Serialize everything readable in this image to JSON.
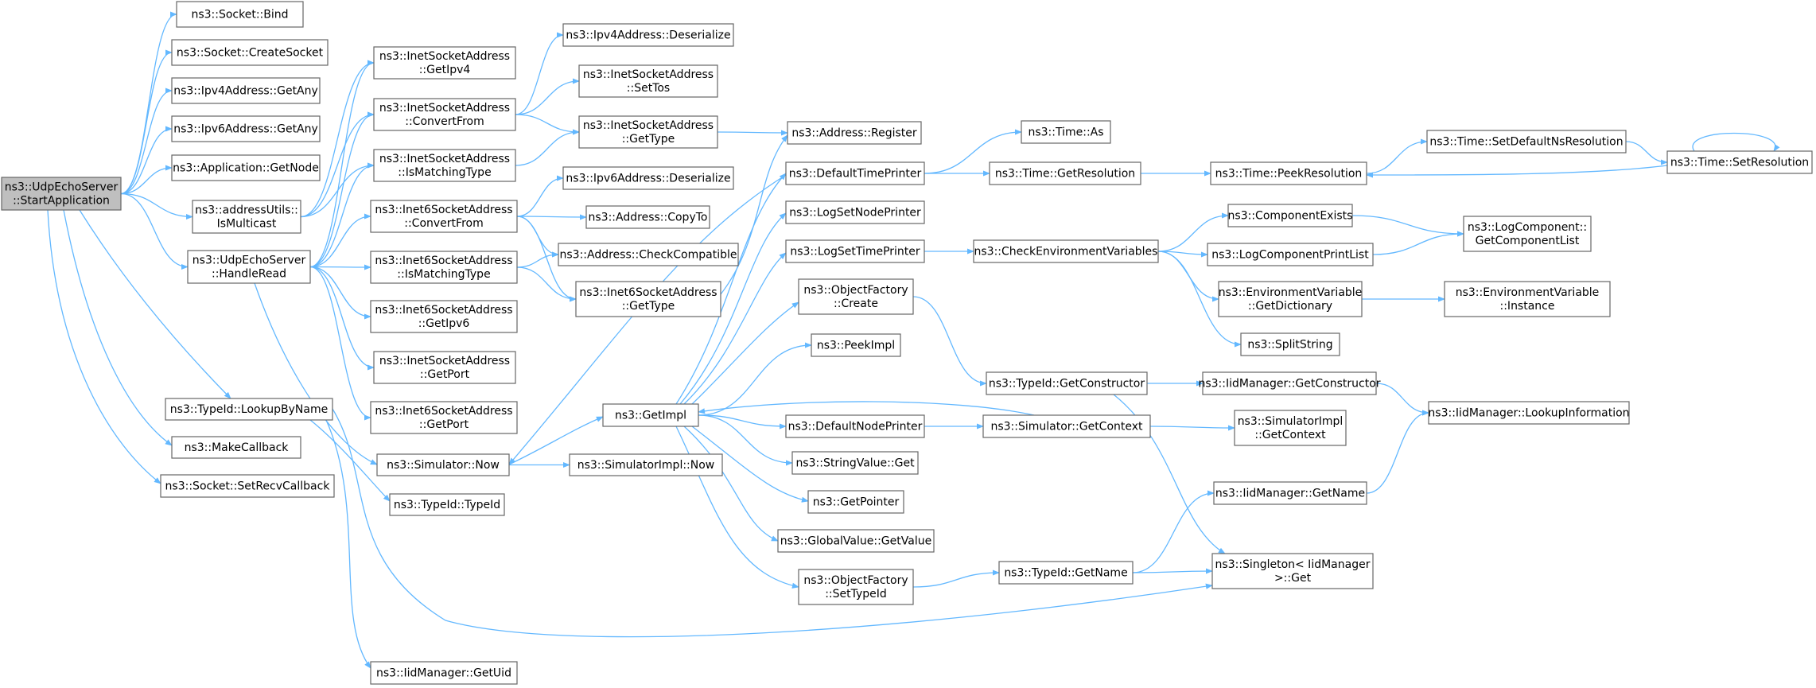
{
  "colors": {
    "edge": "#63b8ff",
    "node_border": "#666666",
    "node_fill": "#ffffff",
    "root_fill": "#bfbfbf",
    "text": "#000000"
  },
  "nodes": [
    {
      "id": "root",
      "lines": [
        "ns3::UdpEchoServer",
        "::StartApplication"
      ],
      "root": true
    },
    {
      "id": "bind",
      "lines": [
        "ns3::Socket::Bind"
      ]
    },
    {
      "id": "createsocket",
      "lines": [
        "ns3::Socket::CreateSocket"
      ]
    },
    {
      "id": "ipv4any",
      "lines": [
        "ns3::Ipv4Address::GetAny"
      ]
    },
    {
      "id": "ipv6any",
      "lines": [
        "ns3::Ipv6Address::GetAny"
      ]
    },
    {
      "id": "getnode",
      "lines": [
        "ns3::Application::GetNode"
      ]
    },
    {
      "id": "ismulticast",
      "lines": [
        "ns3::addressUtils::",
        "IsMulticast"
      ]
    },
    {
      "id": "handleread",
      "lines": [
        "ns3::UdpEchoServer",
        "::HandleRead"
      ]
    },
    {
      "id": "lookupbyname",
      "lines": [
        "ns3::TypeId::LookupByName"
      ]
    },
    {
      "id": "makecallback",
      "lines": [
        "ns3::MakeCallback"
      ]
    },
    {
      "id": "setrecvcallback",
      "lines": [
        "ns3::Socket::SetRecvCallback"
      ]
    },
    {
      "id": "inet_getipv4",
      "lines": [
        "ns3::InetSocketAddress",
        "::GetIpv4"
      ]
    },
    {
      "id": "inet_convert",
      "lines": [
        "ns3::InetSocketAddress",
        "::ConvertFrom"
      ]
    },
    {
      "id": "inet_ismatch",
      "lines": [
        "ns3::InetSocketAddress",
        "::IsMatchingType"
      ]
    },
    {
      "id": "inet6_convert",
      "lines": [
        "ns3::Inet6SocketAddress",
        "::ConvertFrom"
      ]
    },
    {
      "id": "inet6_ismatch",
      "lines": [
        "ns3::Inet6SocketAddress",
        "::IsMatchingType"
      ]
    },
    {
      "id": "inet6_getipv6",
      "lines": [
        "ns3::Inet6SocketAddress",
        "::GetIpv6"
      ]
    },
    {
      "id": "inet_getport",
      "lines": [
        "ns3::InetSocketAddress",
        "::GetPort"
      ]
    },
    {
      "id": "inet6_getport",
      "lines": [
        "ns3::Inet6SocketAddress",
        "::GetPort"
      ]
    },
    {
      "id": "sim_now",
      "lines": [
        "ns3::Simulator::Now"
      ]
    },
    {
      "id": "typeid_typeid",
      "lines": [
        "ns3::TypeId::TypeId"
      ]
    },
    {
      "id": "iid_getuid",
      "lines": [
        "ns3::IidManager::GetUid"
      ]
    },
    {
      "id": "ipv4_deser",
      "lines": [
        "ns3::Ipv4Address::Deserialize"
      ]
    },
    {
      "id": "inet_settos",
      "lines": [
        "ns3::InetSocketAddress",
        "::SetTos"
      ]
    },
    {
      "id": "inet_gettype",
      "lines": [
        "ns3::InetSocketAddress",
        "::GetType"
      ]
    },
    {
      "id": "ipv6_deser",
      "lines": [
        "ns3::Ipv6Address::Deserialize"
      ]
    },
    {
      "id": "addr_copyto",
      "lines": [
        "ns3::Address::CopyTo"
      ]
    },
    {
      "id": "addr_checkcompat",
      "lines": [
        "ns3::Address::CheckCompatible"
      ]
    },
    {
      "id": "inet6_gettype",
      "lines": [
        "ns3::Inet6SocketAddress",
        "::GetType"
      ]
    },
    {
      "id": "getimpl",
      "lines": [
        "ns3::GetImpl"
      ]
    },
    {
      "id": "simimpl_now",
      "lines": [
        "ns3::SimulatorImpl::Now"
      ]
    },
    {
      "id": "addr_register",
      "lines": [
        "ns3::Address::Register"
      ]
    },
    {
      "id": "defaulttimeprinter",
      "lines": [
        "ns3::DefaultTimePrinter"
      ]
    },
    {
      "id": "logsetnodeprinter",
      "lines": [
        "ns3::LogSetNodePrinter"
      ]
    },
    {
      "id": "logsettimeprinter",
      "lines": [
        "ns3::LogSetTimePrinter"
      ]
    },
    {
      "id": "objfactory_create",
      "lines": [
        "ns3::ObjectFactory",
        "::Create"
      ]
    },
    {
      "id": "peekimpl",
      "lines": [
        "ns3::PeekImpl"
      ]
    },
    {
      "id": "defaultnodeprinter",
      "lines": [
        "ns3::DefaultNodePrinter"
      ]
    },
    {
      "id": "stringvalue_get",
      "lines": [
        "ns3::StringValue::Get"
      ]
    },
    {
      "id": "getpointer",
      "lines": [
        "ns3::GetPointer"
      ]
    },
    {
      "id": "globalvalue_getvalue",
      "lines": [
        "ns3::GlobalValue::GetValue"
      ]
    },
    {
      "id": "objfactory_settypeid",
      "lines": [
        "ns3::ObjectFactory",
        "::SetTypeId"
      ]
    },
    {
      "id": "time_as",
      "lines": [
        "ns3::Time::As"
      ]
    },
    {
      "id": "time_getresolution",
      "lines": [
        "ns3::Time::GetResolution"
      ]
    },
    {
      "id": "checkenvvars",
      "lines": [
        "ns3::CheckEnvironmentVariables"
      ]
    },
    {
      "id": "typeid_getconstructor",
      "lines": [
        "ns3::TypeId::GetConstructor"
      ]
    },
    {
      "id": "sim_getcontext",
      "lines": [
        "ns3::Simulator::GetContext"
      ]
    },
    {
      "id": "typeid_getname",
      "lines": [
        "ns3::TypeId::GetName"
      ]
    },
    {
      "id": "time_peekresolution",
      "lines": [
        "ns3::Time::PeekResolution"
      ]
    },
    {
      "id": "componentexists",
      "lines": [
        "ns3::ComponentExists"
      ]
    },
    {
      "id": "logcomponentprintlist",
      "lines": [
        "ns3::LogComponentPrintList"
      ]
    },
    {
      "id": "envvar_getdict",
      "lines": [
        "ns3::EnvironmentVariable",
        "::GetDictionary"
      ]
    },
    {
      "id": "splitstring",
      "lines": [
        "ns3::SplitString"
      ]
    },
    {
      "id": "iid_getconstructor",
      "lines": [
        "ns3::IidManager::GetConstructor"
      ]
    },
    {
      "id": "simimpl_getcontext",
      "lines": [
        "ns3::SimulatorImpl",
        "::GetContext"
      ]
    },
    {
      "id": "iid_getname",
      "lines": [
        "ns3::IidManager::GetName"
      ]
    },
    {
      "id": "singleton_get",
      "lines": [
        "ns3::Singleton< IidManager",
        ">::Get"
      ]
    },
    {
      "id": "time_setdefaultns",
      "lines": [
        "ns3::Time::SetDefaultNsResolution"
      ]
    },
    {
      "id": "time_setresolution",
      "lines": [
        "ns3::Time::SetResolution"
      ]
    },
    {
      "id": "logcomp_getlist",
      "lines": [
        "ns3::LogComponent::",
        "GetComponentList"
      ]
    },
    {
      "id": "envvar_instance",
      "lines": [
        "ns3::EnvironmentVariable",
        "::Instance"
      ]
    },
    {
      "id": "iid_lookupinfo",
      "lines": [
        "ns3::IidManager::LookupInformation"
      ]
    }
  ],
  "edges": [
    [
      "root",
      "bind"
    ],
    [
      "root",
      "createsocket"
    ],
    [
      "root",
      "ipv4any"
    ],
    [
      "root",
      "ipv6any"
    ],
    [
      "root",
      "getnode"
    ],
    [
      "root",
      "ismulticast"
    ],
    [
      "root",
      "handleread"
    ],
    [
      "root",
      "lookupbyname"
    ],
    [
      "root",
      "makecallback"
    ],
    [
      "root",
      "setrecvcallback"
    ],
    [
      "ismulticast",
      "inet_getipv4"
    ],
    [
      "ismulticast",
      "inet_convert"
    ],
    [
      "ismulticast",
      "inet_ismatch"
    ],
    [
      "handleread",
      "inet_getipv4"
    ],
    [
      "handleread",
      "inet_convert"
    ],
    [
      "handleread",
      "inet_ismatch"
    ],
    [
      "handleread",
      "inet6_convert"
    ],
    [
      "handleread",
      "inet6_ismatch"
    ],
    [
      "handleread",
      "inet6_getipv6"
    ],
    [
      "handleread",
      "inet_getport"
    ],
    [
      "handleread",
      "inet6_getport"
    ],
    [
      "handleread",
      "sim_now"
    ],
    [
      "inet_convert",
      "ipv4_deser"
    ],
    [
      "inet_convert",
      "inet_settos"
    ],
    [
      "inet_convert",
      "inet_gettype"
    ],
    [
      "inet_ismatch",
      "inet_gettype"
    ],
    [
      "inet6_convert",
      "ipv6_deser"
    ],
    [
      "inet6_convert",
      "addr_copyto"
    ],
    [
      "inet6_convert",
      "addr_checkcompat"
    ],
    [
      "inet6_convert",
      "inet6_gettype"
    ],
    [
      "inet6_ismatch",
      "addr_checkcompat"
    ],
    [
      "inet6_ismatch",
      "inet6_gettype"
    ],
    [
      "inet_gettype",
      "addr_register"
    ],
    [
      "inet6_gettype",
      "addr_register"
    ],
    [
      "lookupbyname",
      "typeid_typeid"
    ],
    [
      "lookupbyname",
      "iid_getuid"
    ],
    [
      "lookupbyname",
      "singleton_get"
    ],
    [
      "sim_now",
      "getimpl"
    ],
    [
      "sim_now",
      "simimpl_now"
    ],
    [
      "getimpl",
      "defaulttimeprinter"
    ],
    [
      "getimpl",
      "logsetnodeprinter"
    ],
    [
      "getimpl",
      "logsettimeprinter"
    ],
    [
      "getimpl",
      "objfactory_create"
    ],
    [
      "getimpl",
      "peekimpl"
    ],
    [
      "getimpl",
      "defaultnodeprinter"
    ],
    [
      "getimpl",
      "stringvalue_get"
    ],
    [
      "getimpl",
      "getpointer"
    ],
    [
      "getimpl",
      "globalvalue_getvalue"
    ],
    [
      "getimpl",
      "objfactory_settypeid"
    ],
    [
      "defaulttimeprinter",
      "sim_now"
    ],
    [
      "defaulttimeprinter",
      "time_as"
    ],
    [
      "defaulttimeprinter",
      "time_getresolution"
    ],
    [
      "time_getresolution",
      "time_peekresolution"
    ],
    [
      "time_peekresolution",
      "time_setdefaultns"
    ],
    [
      "time_setdefaultns",
      "time_setresolution"
    ],
    [
      "time_setresolution",
      "time_peekresolution"
    ],
    [
      "time_setresolution",
      "time_setresolution"
    ],
    [
      "logsettimeprinter",
      "checkenvvars"
    ],
    [
      "checkenvvars",
      "componentexists"
    ],
    [
      "checkenvvars",
      "logcomponentprintlist"
    ],
    [
      "checkenvvars",
      "envvar_getdict"
    ],
    [
      "checkenvvars",
      "splitstring"
    ],
    [
      "componentexists",
      "logcomp_getlist"
    ],
    [
      "logcomponentprintlist",
      "logcomp_getlist"
    ],
    [
      "envvar_getdict",
      "envvar_instance"
    ],
    [
      "objfactory_create",
      "typeid_getconstructor"
    ],
    [
      "typeid_getconstructor",
      "iid_getconstructor"
    ],
    [
      "typeid_getconstructor",
      "singleton_get"
    ],
    [
      "iid_getconstructor",
      "iid_lookupinfo"
    ],
    [
      "defaultnodeprinter",
      "sim_getcontext"
    ],
    [
      "sim_getcontext",
      "getimpl"
    ],
    [
      "sim_getcontext",
      "simimpl_getcontext"
    ],
    [
      "objfactory_settypeid",
      "typeid_getname"
    ],
    [
      "typeid_getname",
      "iid_getname"
    ],
    [
      "typeid_getname",
      "singleton_get"
    ],
    [
      "iid_getname",
      "iid_lookupinfo"
    ]
  ]
}
